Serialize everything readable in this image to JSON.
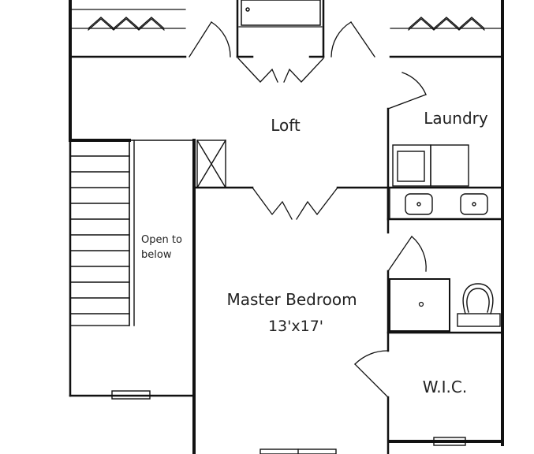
{
  "rooms": {
    "loft": "Loft",
    "laundry": "Laundry",
    "master_bedroom": "Master Bedroom",
    "master_bedroom_size": "13'x17'",
    "wic": "W.I.C."
  },
  "notes": {
    "open_line1": "Open to",
    "open_line2": "below"
  },
  "colors": {
    "wall": "#111111",
    "background": "#ffffff",
    "fixture": "#333333"
  }
}
